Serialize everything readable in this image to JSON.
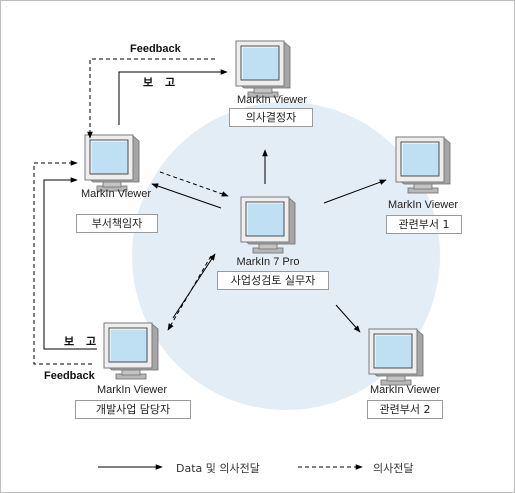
{
  "nodes": {
    "decision": {
      "app": "MarkIn Viewer",
      "role": "의사결정자"
    },
    "manager": {
      "app": "MarkIn Viewer",
      "role": "부서책임자"
    },
    "pro": {
      "app": "MarkIn 7 Pro",
      "role": "사업성검토 실무자"
    },
    "dept1": {
      "app": "MarkIn Viewer",
      "role": "관련부서 1"
    },
    "dept2": {
      "app": "MarkIn Viewer",
      "role": "관련부서 2"
    },
    "developer": {
      "app": "MarkIn Viewer",
      "role": "개발사업 담당자"
    }
  },
  "annotations": {
    "feedback_top": "Feedback",
    "report_top": "보 고",
    "feedback_bottom": "Feedback",
    "report_bottom": "보 고"
  },
  "legend": {
    "solid": "Data 및 의사전달",
    "dashed": "의사전달"
  },
  "colors": {
    "circle": "#e3edf5",
    "screen": "#bfe0f3",
    "arrow": "#000000"
  },
  "icons": [
    "computer-monitor-icon"
  ]
}
